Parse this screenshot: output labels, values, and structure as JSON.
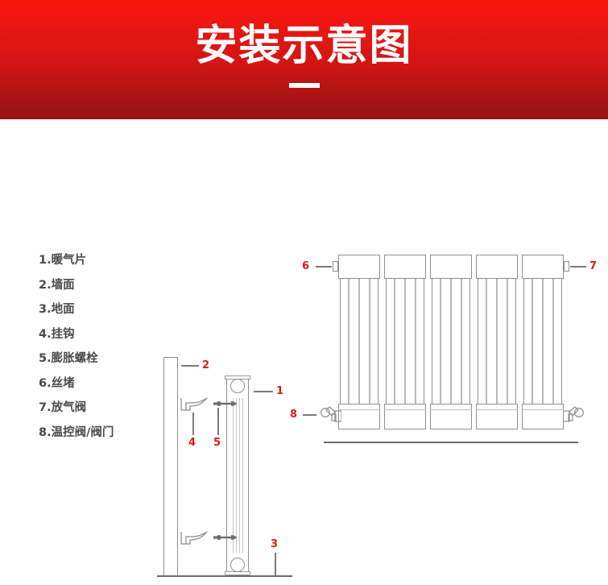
{
  "banner": {
    "title": "安装示意图",
    "rule": "divider-dash",
    "bg_top_color": "#f8150f",
    "bg_bottom_color": "#951414",
    "title_color": "#ffffff"
  },
  "legend": {
    "items": [
      {
        "n": "1",
        "label": "1.暖气片"
      },
      {
        "n": "2",
        "label": "2.墙面"
      },
      {
        "n": "3",
        "label": "3.地面"
      },
      {
        "n": "4",
        "label": "4.挂钩"
      },
      {
        "n": "5",
        "label": "5.膨胀螺栓"
      },
      {
        "n": "6",
        "label": "6.丝堵"
      },
      {
        "n": "7",
        "label": "7.放气阀"
      },
      {
        "n": "8",
        "label": "8.温控阀/阀门"
      }
    ],
    "text_color": "#4a4a4a"
  },
  "callouts": {
    "c1": "1",
    "c2": "2",
    "c3": "3",
    "c4": "4",
    "c5": "5",
    "c6": "6",
    "c7": "7",
    "c8": "8",
    "color": "#e01b10"
  },
  "diagram": {
    "line_color": "#8e8e8e",
    "floor_color": "#6d6d6d",
    "fin_color": "#b8b8b8",
    "side_view_name": "radiator-side-elevation",
    "front_view_name": "radiator-front-elevation",
    "section_count": 5,
    "fins_per_section": 3
  }
}
